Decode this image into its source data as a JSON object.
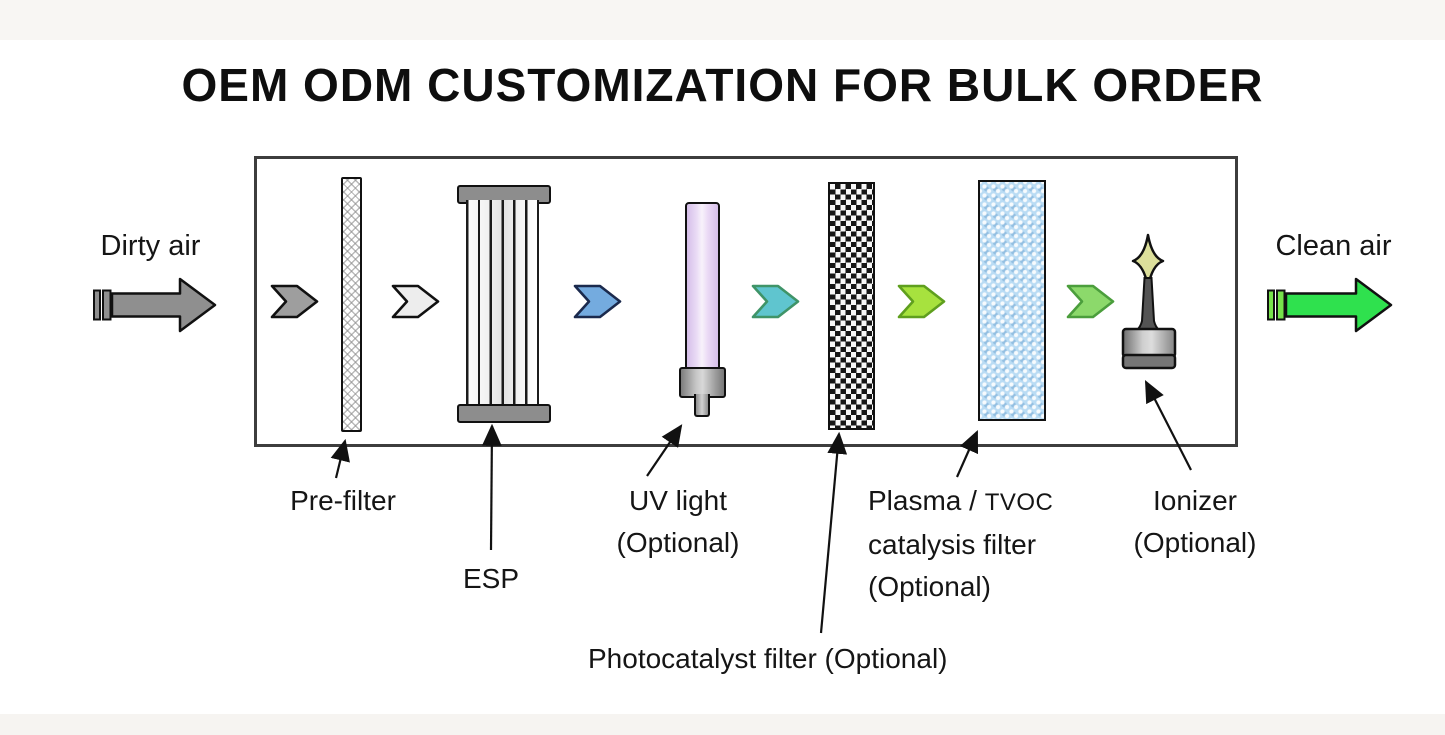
{
  "title": "OEM ODM CUSTOMIZATION FOR BULK ORDER",
  "flow": {
    "input_label": "Dirty air",
    "output_label": "Clean air"
  },
  "labels": {
    "pre_filter": "Pre-filter",
    "esp": "ESP",
    "uv": {
      "line1": "UV light",
      "line2": "(Optional)"
    },
    "photocatalyst": "Photocatalyst filter (Optional)",
    "plasma": {
      "line1_main": "Plasma /",
      "line1_small": "TVOC",
      "line2": "catalysis filter",
      "line3": "(Optional)"
    },
    "ionizer": {
      "line1": "Ionizer",
      "line2": "(Optional)"
    }
  },
  "stages_order": [
    "Pre-filter",
    "ESP",
    "UV light (Optional)",
    "Photocatalyst filter (Optional)",
    "Plasma / TVOC catalysis filter (Optional)",
    "Ionizer (Optional)"
  ],
  "colors": {
    "outline": "#111111",
    "box_border": "#3d3d3d",
    "dirty_arrow": "#8f8f8f",
    "clean_arrow": "#2fe14e",
    "clean_arrow_bars": "#77e24b",
    "uv_tube": "#e7d5f3",
    "plasma_filter": "#badcf4",
    "ionizer_spark": "#dcdf9b",
    "chevrons": [
      {
        "name": "gray",
        "fill": "#9e9e9e",
        "stroke": "#111111"
      },
      {
        "name": "white",
        "fill": "#ededed",
        "stroke": "#111111"
      },
      {
        "name": "blue",
        "fill": "#74abdf",
        "stroke": "#1b2a4d"
      },
      {
        "name": "teal",
        "fill": "#5fc5cf",
        "stroke": "#3f9468"
      },
      {
        "name": "yellow-green",
        "fill": "#a7e23e",
        "stroke": "#5f9f1e"
      },
      {
        "name": "green",
        "fill": "#8cd96b",
        "stroke": "#4b9e3c"
      }
    ]
  }
}
